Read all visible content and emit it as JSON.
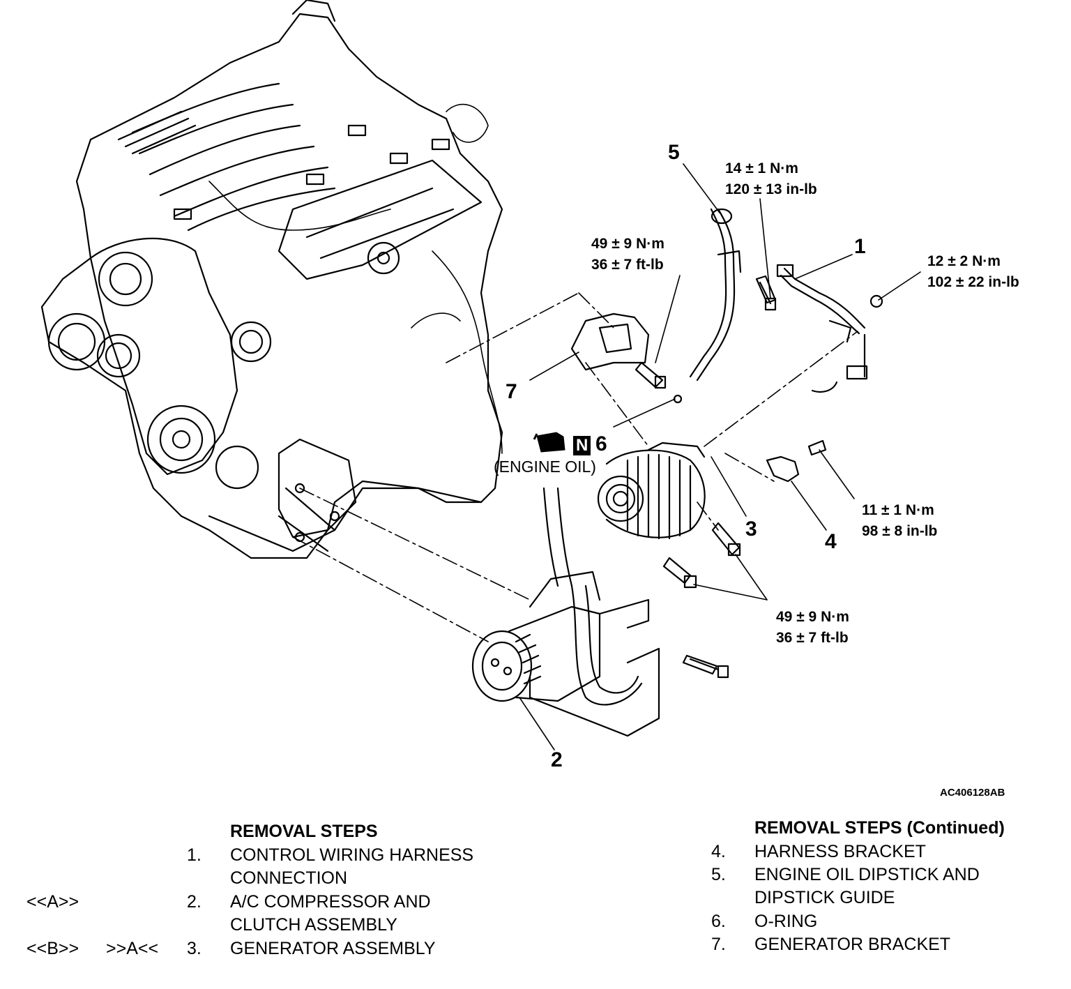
{
  "callouts": {
    "c1": "1",
    "c2": "2",
    "c3": "3",
    "c4": "4",
    "c5": "5",
    "c6": "6",
    "c7": "7"
  },
  "torques": {
    "t5": {
      "nm": "14 ± 1 N·m",
      "imp": "120 ± 13 in-lb"
    },
    "t7": {
      "nm": "49 ± 9 N·m",
      "imp": "36 ± 7 ft-lb"
    },
    "t1": {
      "nm": "12 ± 2 N·m",
      "imp": "102 ± 22 in-lb"
    },
    "t4": {
      "nm": "11 ± 1 N·m",
      "imp": "98 ± 8 in-lb"
    },
    "t3": {
      "nm": "49 ± 9 N·m",
      "imp": "36 ± 7 ft-lb"
    }
  },
  "oil_note": {
    "badge": "N",
    "label": "(ENGINE OIL)"
  },
  "figure_code": "AC406128AB",
  "steps_left": {
    "title": "REMOVAL STEPS",
    "items": [
      {
        "mark": "",
        "num": "1.",
        "line1": "CONTROL WIRING HARNESS",
        "line2": "CONNECTION"
      },
      {
        "mark": "<<A>>",
        "num": "2.",
        "line1": "A/C COMPRESSOR AND",
        "line2": "CLUTCH ASSEMBLY"
      },
      {
        "mark": "<<B>>",
        "mark2": ">>A<<",
        "num": "3.",
        "line1": "GENERATOR ASSEMBLY"
      }
    ]
  },
  "steps_right": {
    "title": "REMOVAL STEPS (Continued)",
    "items": [
      {
        "num": "4.",
        "line1": "HARNESS BRACKET"
      },
      {
        "num": "5.",
        "line1": "ENGINE OIL DIPSTICK AND",
        "line2": "DIPSTICK GUIDE"
      },
      {
        "num": "6.",
        "line1": "O-RING"
      },
      {
        "num": "7.",
        "line1": "GENERATOR BRACKET"
      }
    ]
  }
}
